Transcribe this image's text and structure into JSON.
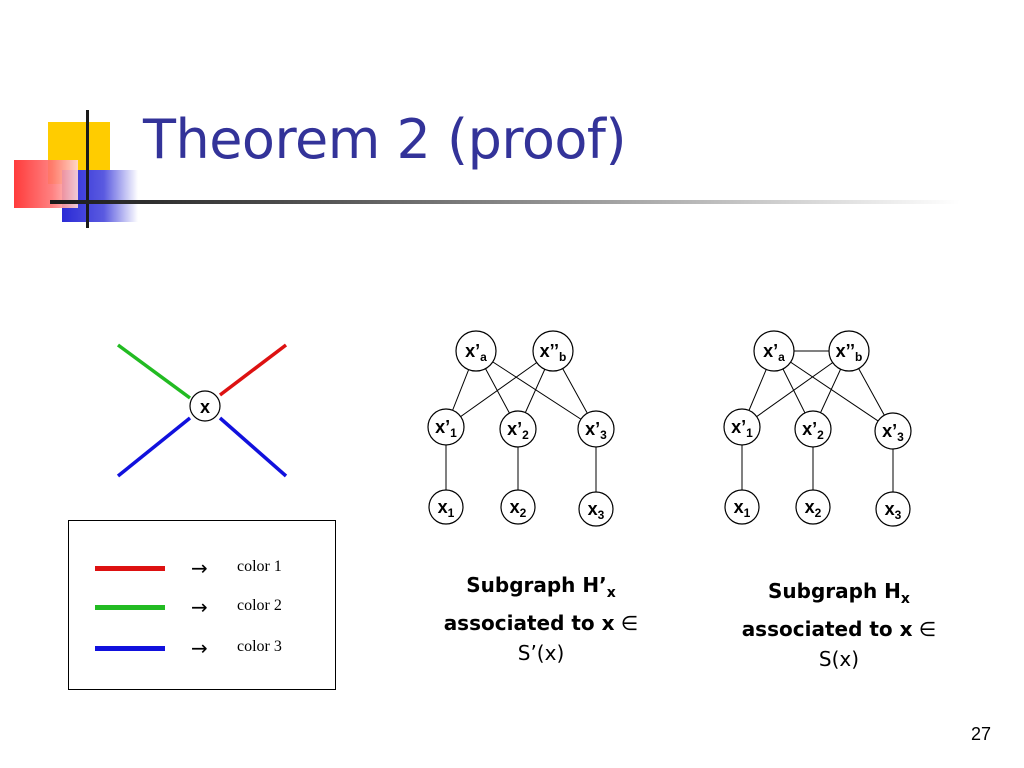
{
  "slide": {
    "title": "Theorem 2 (proof)",
    "page_number": "27"
  },
  "colors": {
    "title": "#333399",
    "color1": "#dd1111",
    "color2": "#22bb22",
    "color3": "#1111dd",
    "deco_yellow": "#ffcc00",
    "deco_blue": "#3333cc",
    "deco_red": "#ff3333"
  },
  "star_node": {
    "label": "x"
  },
  "legend": {
    "items": [
      {
        "color_key": "color1",
        "arrow": "→",
        "label": "color 1"
      },
      {
        "color_key": "color2",
        "arrow": "→",
        "label": "color 2"
      },
      {
        "color_key": "color3",
        "arrow": "→",
        "label": "color 3"
      }
    ]
  },
  "graph_h_prime": {
    "top_nodes": [
      {
        "base": "x’",
        "sub": "a"
      },
      {
        "base": "x’’",
        "sub": "b"
      }
    ],
    "mid_nodes": [
      {
        "base": "x’",
        "sub": "1"
      },
      {
        "base": "x’",
        "sub": "2"
      },
      {
        "base": "x’",
        "sub": "3"
      }
    ],
    "bot_nodes": [
      {
        "base": "x",
        "sub": "1"
      },
      {
        "base": "x",
        "sub": "2"
      },
      {
        "base": "x",
        "sub": "3"
      }
    ],
    "caption": {
      "line1": "Subgraph H’",
      "line1_sub": "x",
      "line2": "associated to x",
      "symbol": "∈",
      "line3": "S’(x)"
    }
  },
  "graph_h": {
    "top_nodes": [
      {
        "base": "x’",
        "sub": "a"
      },
      {
        "base": "x’’",
        "sub": "b"
      }
    ],
    "mid_nodes": [
      {
        "base": "x’",
        "sub": "1"
      },
      {
        "base": "x’",
        "sub": "2"
      },
      {
        "base": "x’",
        "sub": "3"
      }
    ],
    "bot_nodes": [
      {
        "base": "x",
        "sub": "1"
      },
      {
        "base": "x",
        "sub": "2"
      },
      {
        "base": "x",
        "sub": "3"
      }
    ],
    "caption": {
      "line1": "Subgraph H",
      "line1_sub": "x",
      "line2": "associated to x",
      "symbol": "∈",
      "line3": "S(x)"
    }
  }
}
